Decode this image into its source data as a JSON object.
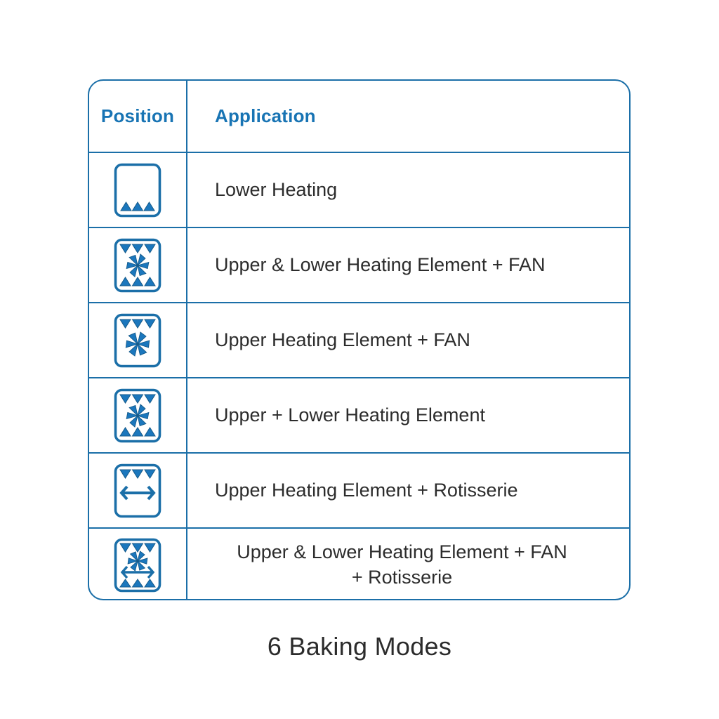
{
  "caption": "6 Baking Modes",
  "colors": {
    "accent": "#1874b4",
    "border": "#1b6fa8",
    "icon_fill": "#1b77bd",
    "icon_stroke": "#1b6fa8",
    "text": "#2c2c2c",
    "background": "#ffffff"
  },
  "table": {
    "headers": {
      "position": "Position",
      "application": "Application"
    },
    "rows": [
      {
        "icon_name": "oven-mode-lower-heating-icon",
        "icon": {
          "top_triangles": false,
          "bottom_triangles": true,
          "fan": false,
          "rotisserie": false
        },
        "application": "Lower Heating",
        "align": "left"
      },
      {
        "icon_name": "oven-mode-upper-lower-fan-icon",
        "icon": {
          "top_triangles": true,
          "bottom_triangles": true,
          "fan": true,
          "rotisserie": false
        },
        "application": "Upper & Lower Heating Element + FAN",
        "align": "left"
      },
      {
        "icon_name": "oven-mode-upper-fan-icon",
        "icon": {
          "top_triangles": true,
          "bottom_triangles": false,
          "fan": true,
          "rotisserie": false
        },
        "application": "Upper Heating Element + FAN",
        "align": "left"
      },
      {
        "icon_name": "oven-mode-upper-lower-icon",
        "icon": {
          "top_triangles": true,
          "bottom_triangles": true,
          "fan": true,
          "rotisserie": false
        },
        "application": "Upper + Lower Heating Element",
        "align": "left"
      },
      {
        "icon_name": "oven-mode-upper-rotisserie-icon",
        "icon": {
          "top_triangles": true,
          "bottom_triangles": false,
          "fan": false,
          "rotisserie": true
        },
        "application": "Upper Heating Element + Rotisserie",
        "align": "left"
      },
      {
        "icon_name": "oven-mode-upper-lower-fan-rotisserie-icon",
        "icon": {
          "top_triangles": true,
          "bottom_triangles": true,
          "fan": true,
          "rotisserie": true
        },
        "application_line1": "Upper & Lower Heating Element + FAN",
        "application_line2": "+ Rotisserie",
        "align": "center"
      }
    ]
  }
}
